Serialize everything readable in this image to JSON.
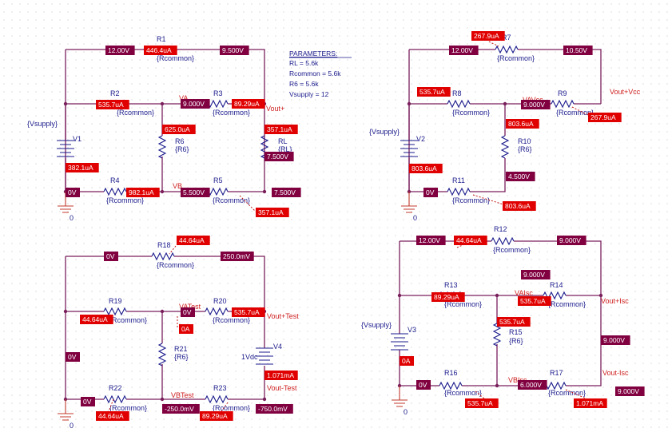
{
  "colors": {
    "wire": "#7a1f5c",
    "component": "#1a1a8c",
    "voltage_marker": "#800040",
    "current_marker": "#e00000",
    "node_label": "#d02020"
  },
  "parameters": {
    "title": "PARAMETERS:",
    "lines": [
      "RL = 5.6k",
      "Rcommon = 5.6k",
      "R6 = 5.6k",
      "Vsupply = 12"
    ]
  },
  "ground_label": "0",
  "components": [
    {
      "id": "R1",
      "ref": "R1",
      "value": "{Rcommon}"
    },
    {
      "id": "R2",
      "ref": "R2",
      "value": "{Rcommon}"
    },
    {
      "id": "R3",
      "ref": "R3",
      "value": "{Rcommon}"
    },
    {
      "id": "R4",
      "ref": "R4",
      "value": "{Rcommon}"
    },
    {
      "id": "R5",
      "ref": "R5",
      "value": "{Rcommon}"
    },
    {
      "id": "R6",
      "ref": "R6",
      "value": "{R6}"
    },
    {
      "id": "RL",
      "ref": "RL",
      "value": "{RL}"
    },
    {
      "id": "V1",
      "ref": "V1",
      "value": "{Vsupply}"
    },
    {
      "id": "R7",
      "ref": "R7",
      "value": "{Rcommon}"
    },
    {
      "id": "R8",
      "ref": "R8",
      "value": "{Rcommon}"
    },
    {
      "id": "R9",
      "ref": "R9",
      "value": "{Rcommon}"
    },
    {
      "id": "R10",
      "ref": "R10",
      "value": "{R6}"
    },
    {
      "id": "R11",
      "ref": "R11",
      "value": "{Rcommon}"
    },
    {
      "id": "V2",
      "ref": "V2",
      "value": "{Vsupply}"
    },
    {
      "id": "R18",
      "ref": "R18",
      "value": "{Rcommon}"
    },
    {
      "id": "R19",
      "ref": "R19",
      "value": "{Rcommon}"
    },
    {
      "id": "R20",
      "ref": "R20",
      "value": "{Rcommon}"
    },
    {
      "id": "R21",
      "ref": "R21",
      "value": "{R6}"
    },
    {
      "id": "R22",
      "ref": "R22",
      "value": "{Rcommon}"
    },
    {
      "id": "R23",
      "ref": "R23",
      "value": "{Rcommon}"
    },
    {
      "id": "V4",
      "ref": "V4",
      "value": "1Vdc"
    },
    {
      "id": "R12",
      "ref": "R12",
      "value": "{Rcommon}"
    },
    {
      "id": "R13",
      "ref": "R13",
      "value": "{Rcommon}"
    },
    {
      "id": "R14",
      "ref": "R14",
      "value": "{Rcommon}"
    },
    {
      "id": "R15",
      "ref": "R15",
      "value": "{R6}"
    },
    {
      "id": "R16",
      "ref": "R16",
      "value": "{Rcommon}"
    },
    {
      "id": "R17",
      "ref": "R17",
      "value": "{Rcommon}"
    },
    {
      "id": "V3",
      "ref": "V3",
      "value": "{Vsupply}"
    }
  ],
  "node_labels": [
    "VA",
    "VB",
    "Vout+",
    "VAVcc",
    "Vout+Vcc",
    "VATest",
    "VBTest",
    "Vout+Test",
    "Vout-Test",
    "VAIsc",
    "VBIsc",
    "Vout+Isc",
    "Vout-Isc"
  ],
  "voltage_markers": [
    "12.00V",
    "9.500V",
    "9.000V",
    "5.500V",
    "7.500V",
    "7.500V",
    "0V",
    "12.00V",
    "10.50V",
    "9.000V",
    "4.500V",
    "0V",
    "0V",
    "250.0mV",
    "0V",
    "0V",
    "0V",
    "-250.0mV",
    "-750.0mV",
    "12.00V",
    "9.000V",
    "9.000V",
    "0V",
    "6.000V",
    "9.000V",
    "9.000V"
  ],
  "current_markers": [
    "446.4uA",
    "535.7uA",
    "89.29uA",
    "625.0uA",
    "357.1uA",
    "382.1uA",
    "982.1uA",
    "357.1uA",
    "267.9uA",
    "535.7uA",
    "267.9uA",
    "803.6uA",
    "803.6uA",
    "803.6uA",
    "44.64uA",
    "44.64uA",
    "0A",
    "44.64uA",
    "89.29uA",
    "44.64uA",
    "89.29uA",
    "535.7uA",
    "535.7uA",
    "0A",
    "535.7uA",
    "1.071mA",
    "1.071mA",
    "535.7uA"
  ]
}
